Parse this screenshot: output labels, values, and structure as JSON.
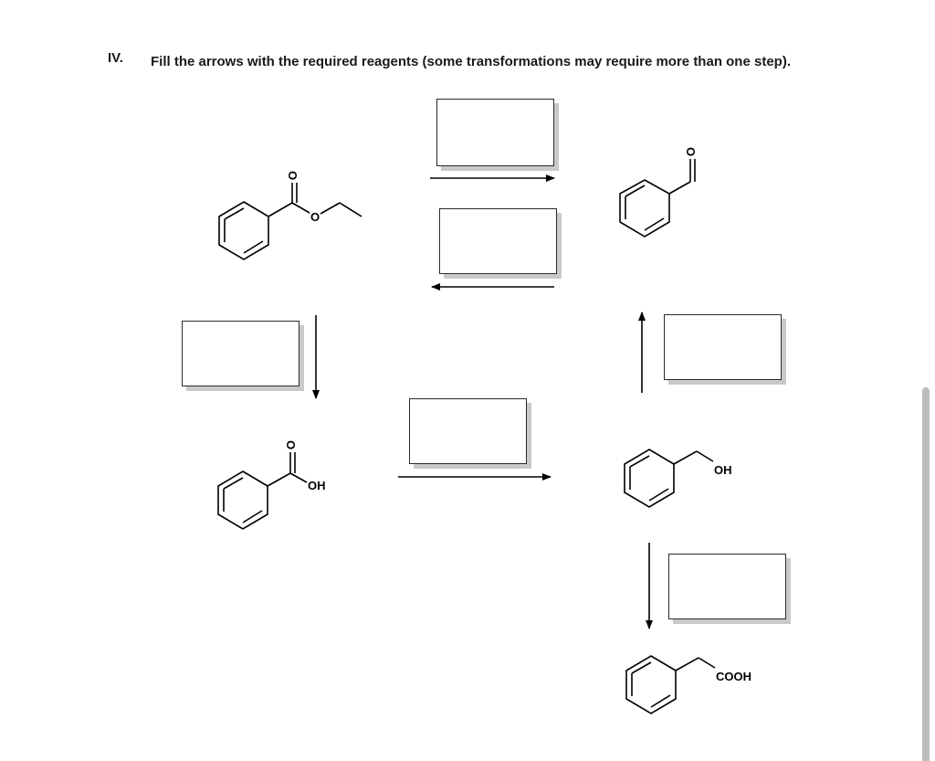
{
  "question": {
    "number": "IV.",
    "text": "Fill the arrows with the required reagents (some transformations may require more than one step)."
  },
  "molecules": {
    "ester": {
      "carbonyl_o": "O",
      "ether_o": "O"
    },
    "aldehyde": {
      "carbonyl_o": "O"
    },
    "benzoic_acid": {
      "carbonyl_o": "O",
      "hydroxyl": "OH"
    },
    "benzyl_alcohol": {
      "hydroxyl": "OH"
    },
    "phenylacetic_acid": {
      "acid": "COOH"
    }
  },
  "reagent_boxes": [
    {
      "id": "ester-to-aldehyde",
      "value": ""
    },
    {
      "id": "aldehyde-to-ester",
      "value": ""
    },
    {
      "id": "ester-to-benzoic-acid",
      "value": ""
    },
    {
      "id": "benzyl-alcohol-to-aldehyde",
      "value": ""
    },
    {
      "id": "benzoic-acid-to-benzyl-alcohol",
      "value": ""
    },
    {
      "id": "benzyl-alcohol-to-phenylacetic-acid",
      "value": ""
    }
  ]
}
